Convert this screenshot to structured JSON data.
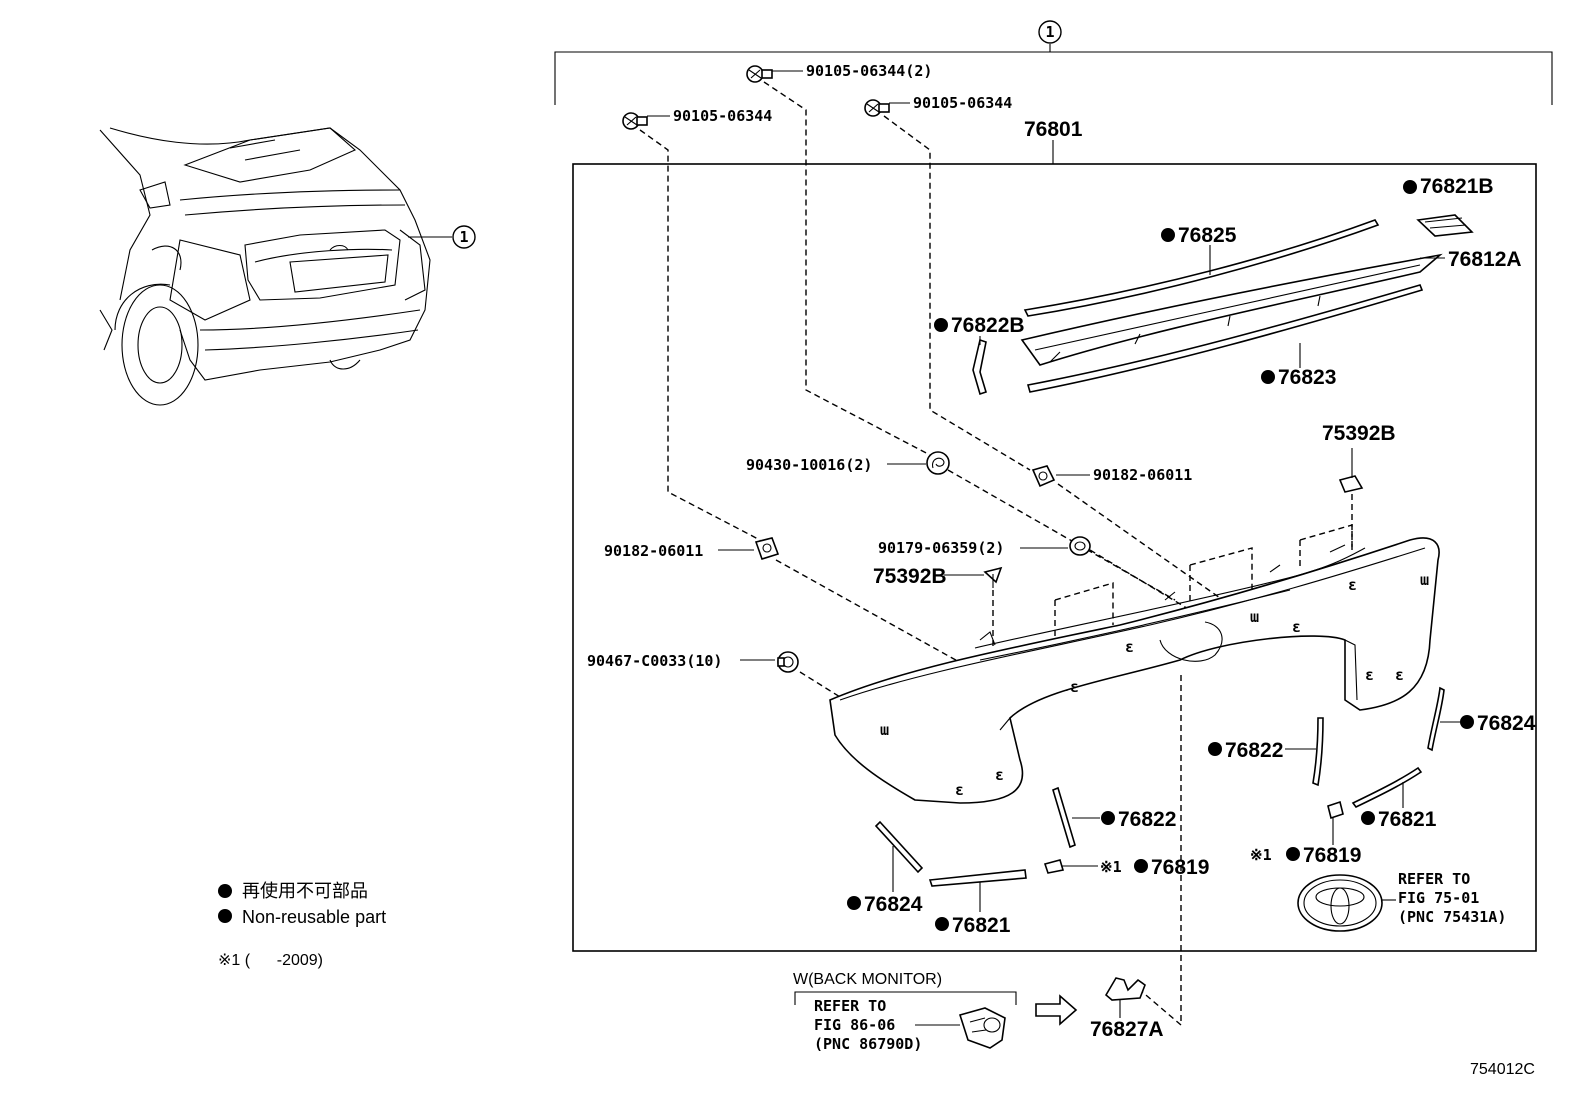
{
  "callout": {
    "number": "1"
  },
  "assembly_label": "76801",
  "parts": {
    "bolt_a": "90105-06344(2)",
    "bolt_b": "90105-06344",
    "bolt_c": "90105-06344",
    "p76821B": "76821B",
    "p76825": "76825",
    "p76812A": "76812A",
    "p76822B": "76822B",
    "p76823": "76823",
    "p75392B_r": "75392B",
    "washer": "90430-10016(2)",
    "nut_r": "90182-06011",
    "nut_l": "90182-06011",
    "grommet": "90179-06359(2)",
    "p75392B_l": "75392B",
    "clip": "90467-C0033(10)",
    "p76824_r": "76824",
    "p76822_r": "76822",
    "p76822_c": "76822",
    "p76821_r": "76821",
    "p76819_c": "76819",
    "p76819_r": "76819",
    "p76824_l": "76824",
    "p76821_l": "76821",
    "p76827A": "76827A"
  },
  "marks": {
    "note1_c": "※1",
    "note1_r": "※1"
  },
  "emblem_ref": {
    "line1": "REFER TO",
    "line2": "FIG 75-01",
    "line3": "(PNC 75431A)"
  },
  "back_monitor": {
    "title": "W(BACK MONITOR)",
    "line1": "REFER TO",
    "line2": "FIG 86-06",
    "line3": "(PNC 86790D)"
  },
  "legend": {
    "jp": "再使用不可部品",
    "en": "Non-reusable part",
    "note": "※1 (      -2009)"
  },
  "figure_code": "754012C"
}
